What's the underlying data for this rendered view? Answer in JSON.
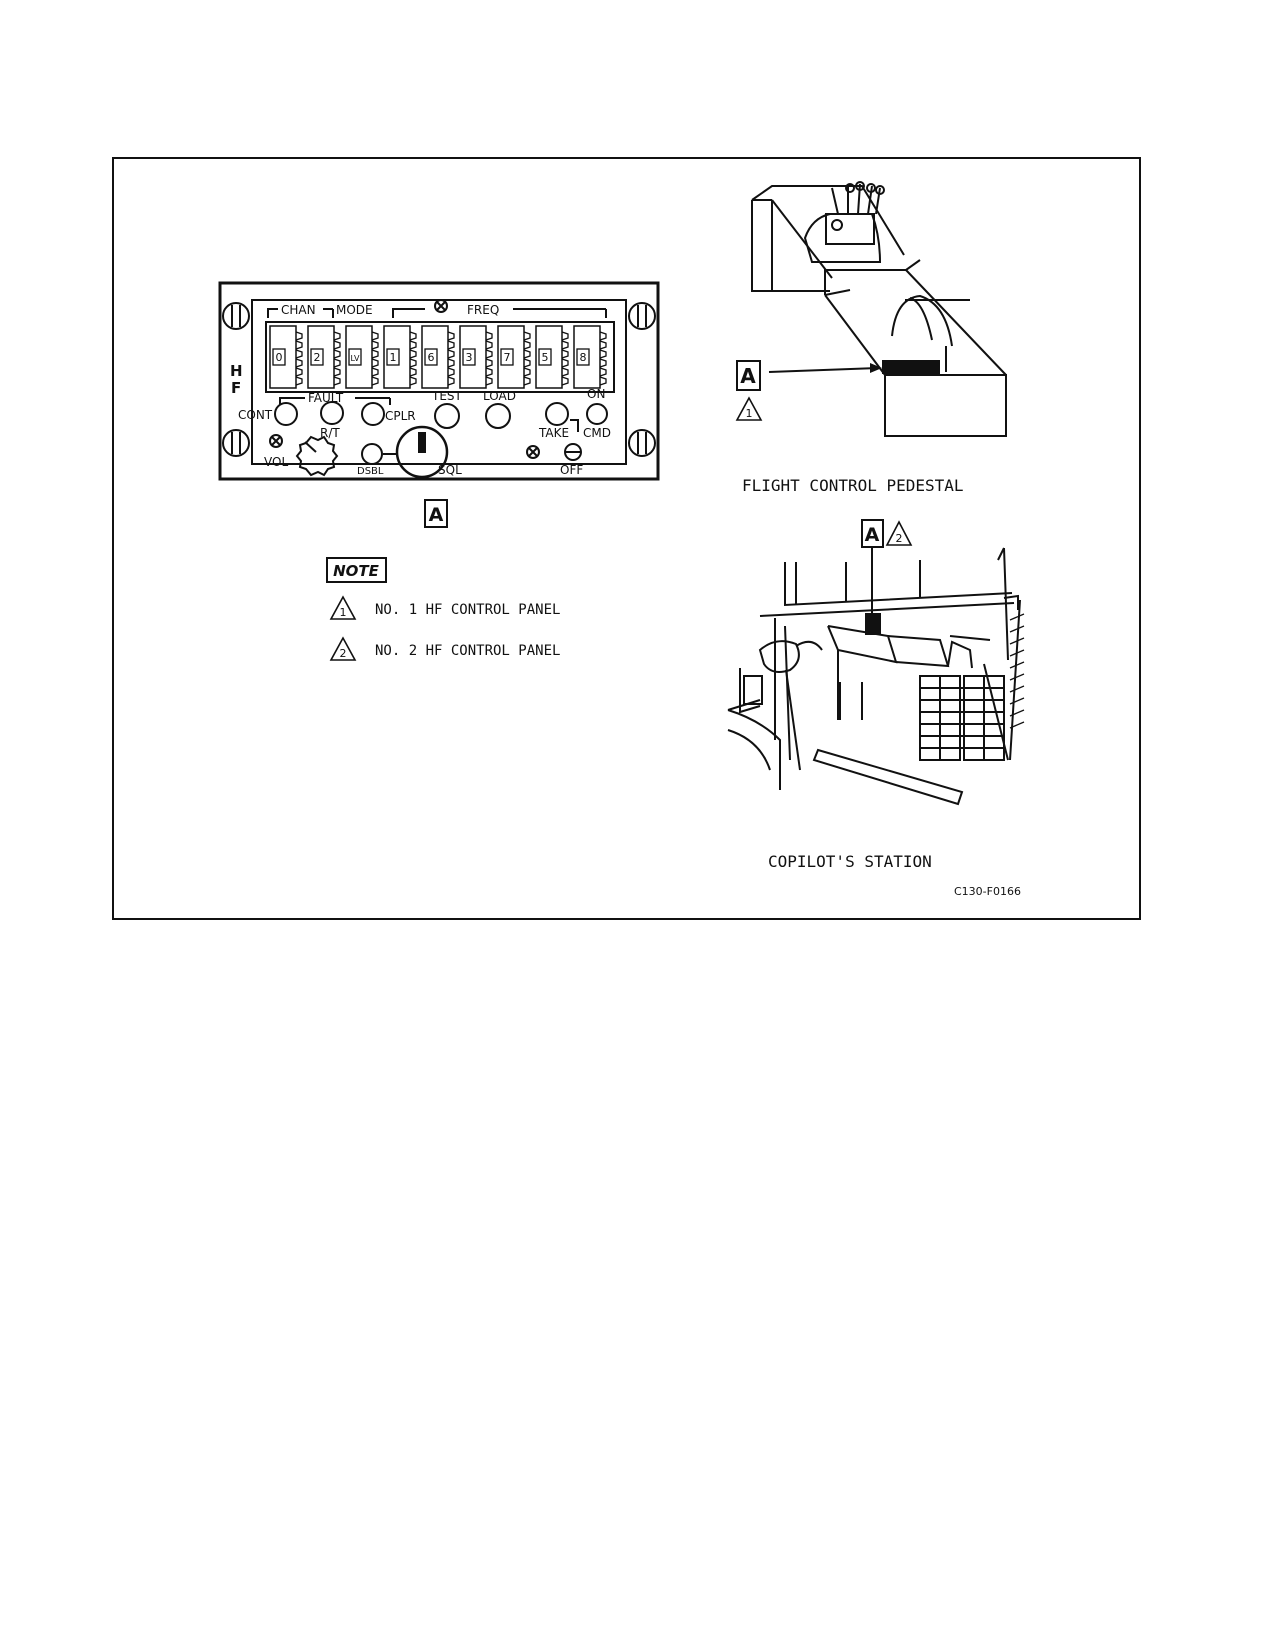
{
  "panel": {
    "side_label_h": "H",
    "side_label_f": "F",
    "chan_label": "CHAN",
    "mode_label": "MODE",
    "freq_label": "FREQ",
    "digits": [
      "0",
      "2",
      "LV",
      "1",
      "6",
      "3",
      "7",
      "5",
      "8"
    ],
    "fault_label": "FAULT",
    "cont_label": "CONT",
    "rt_label": "R/T",
    "cplr_label": "CPLR",
    "test_label": "TEST",
    "load_label": "LOAD",
    "on_label": "ON",
    "take_label": "TAKE",
    "cmd_label": "CMD",
    "vol_label": "VOL",
    "dsbl_label": "DSBL",
    "sql_label": "SQL",
    "off_label": "OFF",
    "view_marker": "A"
  },
  "note": {
    "title": "NOTE",
    "items": [
      {
        "marker": "1",
        "text": "NO. 1 HF CONTROL PANEL"
      },
      {
        "marker": "2",
        "text": "NO. 2 HF CONTROL PANEL"
      }
    ]
  },
  "pedestal": {
    "marker": "A",
    "note_marker": "1",
    "caption": "FLIGHT CONTROL PEDESTAL"
  },
  "copilot": {
    "marker": "A",
    "note_marker": "2",
    "caption": "COPILOT'S STATION"
  },
  "figure_id": "C130-F0166"
}
